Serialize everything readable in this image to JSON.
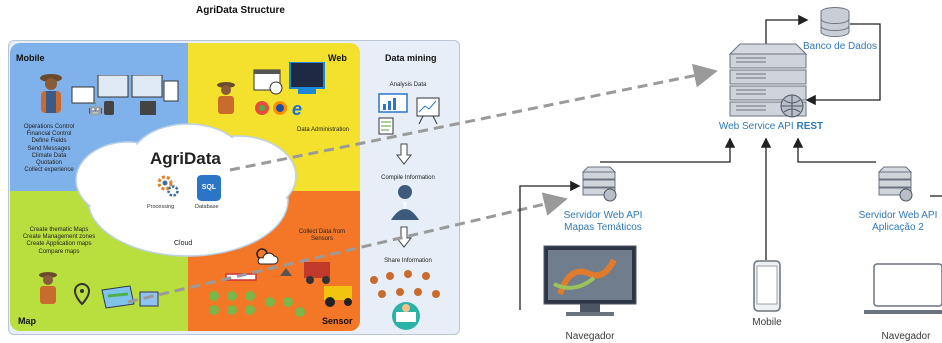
{
  "structure": {
    "title": "AgriData Structure",
    "quadrants": {
      "mobile": {
        "label": "Mobile",
        "color": "#7fb2ea",
        "items": [
          "Operations Control",
          "Financial Control",
          "Define Fields",
          "Send Messages",
          "Climate Data",
          "Quotation",
          "Collect experience"
        ]
      },
      "web": {
        "label": "Web",
        "color": "#f4e12e",
        "item": "Data Administration"
      },
      "map": {
        "label": "Map",
        "color": "#b8df3e",
        "items": [
          "Create thematic Maps",
          "Create Management zones",
          "Create Application maps",
          "Compare maps"
        ]
      },
      "sensor": {
        "label": "Sensor",
        "color": "#f47728",
        "item_line1": "Collect Data from",
        "item_line2": "Sensors"
      }
    },
    "cloud": {
      "title": "AgriData",
      "processing": "Processing",
      "database": "Database",
      "sql": "SQL",
      "label": "Cloud"
    },
    "data_mining": {
      "label": "Data mining",
      "analysis": "Analysis Data",
      "compile": "Compile Information",
      "share": "Share Information"
    }
  },
  "architecture": {
    "db_label": "Banco de Dados",
    "ws_label": "Web Service API",
    "ws_label_bold": "REST",
    "server1_line1": "Servidor Web API",
    "server1_line2": "Mapas Temáticos",
    "server2_line1": "Servidor Web API",
    "server2_line2": "Aplicação 2",
    "browser1": "Navegador",
    "mobile": "Mobile",
    "browser2": "Navegador"
  },
  "colors": {
    "link_blue": "#2f78b8",
    "arrow_gray": "#9a9a9a",
    "line_dark": "#222222"
  }
}
